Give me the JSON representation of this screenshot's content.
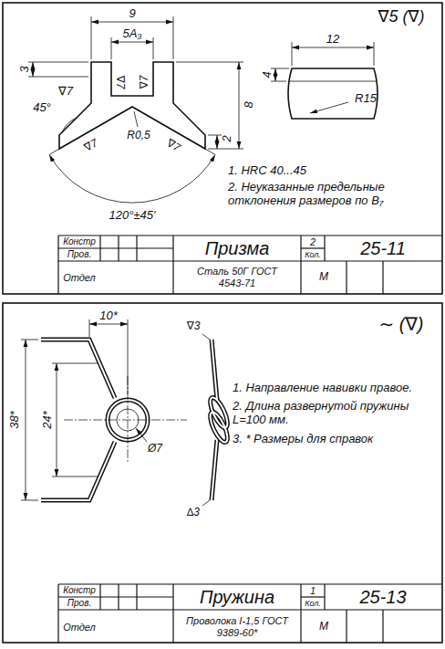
{
  "diagram": {
    "labels": [
      "9",
      "5A₃",
      "3",
      "∇7",
      "∇7",
      "∇7",
      "8",
      "2",
      "45°",
      "R0,5",
      "∇7",
      "∇7",
      "120°±45'",
      "12",
      "4",
      "R15",
      "∇5 (∇)",
      "1. HRC 40...45",
      "2. Неуказанные предельные отклонения размеров по В₇",
      "Констр",
      "Пров.",
      "Отдел",
      "Призма",
      "2",
      "Кол.",
      "25-11",
      "Сталь 50Г ГОСТ 4543-71",
      "М",
      "10*",
      "38*",
      "24*",
      "Ø7",
      "∇3",
      "∆3",
      "∼ (∇)",
      "1. Направление навивки правое.",
      "2. Длина развернутой пружины L=100 мм.",
      "3. * Размеры для справок",
      "Констр",
      "Пров.",
      "Отдел",
      "Пружина",
      "1",
      "Кол.",
      "25-13",
      "Проволока I-1,5 ГОСТ 9389-60*",
      "М"
    ]
  }
}
